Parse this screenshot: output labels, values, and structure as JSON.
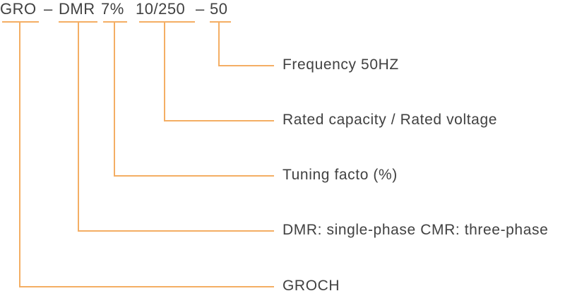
{
  "code_segments": [
    {
      "id": "series",
      "text": "GRO"
    },
    {
      "id": "separator-1",
      "text": "–"
    },
    {
      "id": "phase-type",
      "text": "DMR"
    },
    {
      "id": "tuning-factor",
      "text": "7%"
    },
    {
      "id": "capacity-voltage",
      "text": "10/250"
    },
    {
      "id": "separator-2",
      "text": "–"
    },
    {
      "id": "frequency",
      "text": "50"
    }
  ],
  "callouts": [
    {
      "id": "frequency",
      "for_segment": "50",
      "label": "Frequency 50HZ"
    },
    {
      "id": "capacity-voltage",
      "for_segment": "10/250",
      "label": "Rated capacity / Rated voltage"
    },
    {
      "id": "tuning-factor",
      "for_segment": "7%",
      "label": "Tuning facto (%)"
    },
    {
      "id": "phase-type",
      "for_segment": "DMR",
      "label": "DMR: single-phase CMR: three-phase"
    },
    {
      "id": "series",
      "for_segment": "GRO",
      "label": "GROCH"
    }
  ],
  "colors": {
    "line": "#F4AE64",
    "text": "#414141",
    "background": "#FFFFFF"
  }
}
